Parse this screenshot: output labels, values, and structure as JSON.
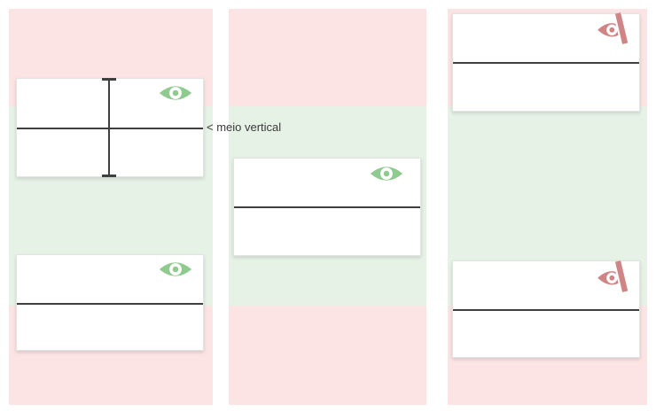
{
  "diagram": {
    "annotation_label": "< meio vertical",
    "columns": [
      {
        "name": "viewport-example-1",
        "zones": [
          "offscreen-top",
          "visible-middle",
          "offscreen-bottom"
        ],
        "cards": [
          {
            "icon": "eye-icon",
            "visibility": "visible",
            "height_measured": true,
            "middle_annotated": true
          },
          {
            "icon": "eye-icon",
            "visibility": "visible"
          }
        ]
      },
      {
        "name": "viewport-example-2",
        "zones": [
          "offscreen-top",
          "visible-middle",
          "offscreen-bottom"
        ],
        "cards": [
          {
            "icon": "eye-icon",
            "visibility": "visible"
          }
        ]
      },
      {
        "name": "viewport-example-3",
        "zones": [
          "offscreen-top",
          "visible-middle",
          "offscreen-bottom"
        ],
        "cards": [
          {
            "icon": "eye-slash-icon",
            "visibility": "hidden"
          },
          {
            "icon": "eye-slash-icon",
            "visibility": "hidden"
          }
        ]
      }
    ]
  },
  "colors": {
    "band-pink": "#fbe4e3",
    "band-green": "#e6f2e6",
    "eye-green": "#8fca8f",
    "eye-rose": "#cf8585",
    "line-color": "#3f3f3f",
    "text-color": "#3a3a3a",
    "card-bg": "#ffffff",
    "card-border": "#e3e3e3"
  }
}
